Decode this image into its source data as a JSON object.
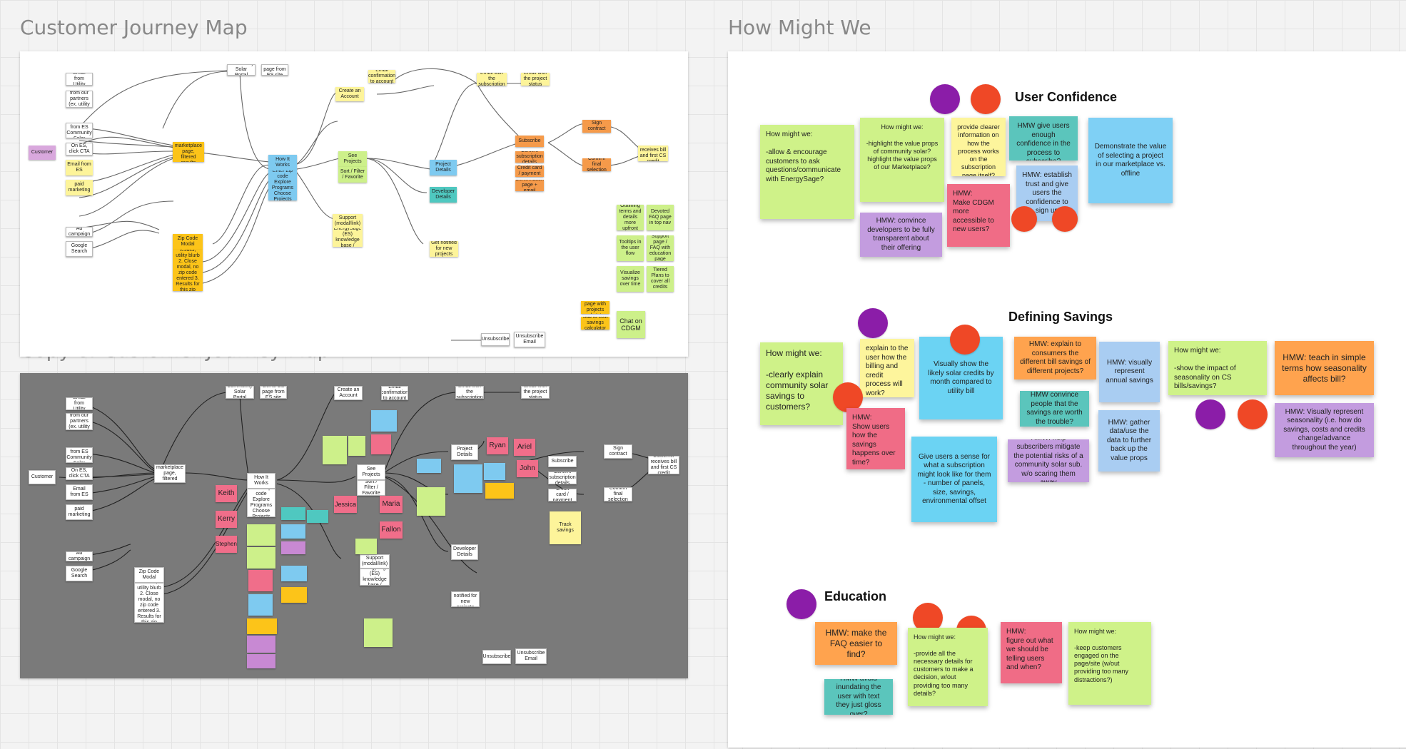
{
  "titles": {
    "journey": "Customer Journey Map",
    "copy": "Copy of Customer Journey Map",
    "hmw": "How Might We"
  },
  "journey": {
    "customer": "Customer",
    "email_utility": "Email from Utility",
    "linked_partner": "Linked from our partners (ex. utility website)",
    "directed_es": "Directed from ES Community Solar",
    "on_es": "On ES, click CTA",
    "email_es": "Email from ES",
    "paid_marketing": "paid marketing",
    "ad_campaign": "Ad campaign",
    "google_search": "Google Search",
    "zip_modal": "Zip Code Modal",
    "zip_steps": "1. Zero results, utility blurb 2. Close modal, no zip code entered 3. Results for this zip code",
    "lands_marketplace": "Lands on marketplace page, filtered results",
    "cs_page": "Community Solar Portal",
    "cs_side": "Get to CS page from ES site",
    "how_it_works": "How It Works",
    "how_sub": "Enter Zip code Explore Programs Choose Projects",
    "create_account": "Create an Account",
    "account_side": "Email confirmation to account",
    "see_projects": "See Projects",
    "sort_filter": "Sort / Filter / Favorite",
    "support": "Support (modal/link)",
    "support_sub": "To EnergySage (ES) knowledge base / contact",
    "project_details": "Project Details",
    "developer_details": "Developer Details",
    "email_subscribe": "Email with the subscription",
    "email_side": "Email with the project status",
    "subscribe": "Subscribe",
    "sub_a": "Confirm subscription details",
    "sub_b": "Credit card / payment",
    "sub_c": "Confirmation page + email",
    "sub_d": "Sign contract",
    "sub_e": "Confirm final selection",
    "sub_f": "Track savings",
    "end_note": "Customer receives bill and first CS credit",
    "get_notified": "Get notified for new projects",
    "unsubscribe": "Unsubscribe",
    "unsub_email": "Unsubscribe Email",
    "outline_terms": "Outlining terms and details more upfront",
    "faq": "Devoted FAQ page in top nav",
    "tooltips": "Tooltips in the user flow",
    "support_page": "Support page / FAQ with education page",
    "savings_visual": "Visualize savings over time",
    "tiered": "Tiered Plans to cover all credits",
    "orange1": "Profile page with projects and status",
    "orange2": "Sub to cost savings calculator",
    "chat": "Chat on CDGM"
  },
  "copy": {
    "names": [
      "Keith",
      "Kerry",
      "Stephen",
      "Jessica",
      "Maria",
      "Fallon",
      "Ryan",
      "Ariel",
      "John"
    ]
  },
  "hmw": {
    "sections": {
      "confidence": "User Confidence",
      "savings": "Defining Savings",
      "education": "Education"
    },
    "notes": {
      "c1": "How might we:\n\n-allow & encourage customers to ask questions/communicate with EnergySage?",
      "c2": "How might we:\n\n-highlight the value props of community solar? highlight the value props of our Marketplace?",
      "c3": "provide clearer information on how the process works on the subscription page itself?",
      "c4": "HMW give users enough confidence in the process to subscribe?",
      "c5": "Demonstrate the value of selecting a project in our marketplace vs. offline",
      "c6": "HMW: convince developers to be fully transparent about their offering",
      "c7": "HMW:\nMake CDGM more accessible to new users?",
      "c8": "HMW: establish trust and give users the confidence to sign up",
      "s1": "How might we:\n\n-clearly explain community solar savings to customers?",
      "s2": "explain to the user how the billing and credit process will work?",
      "s3": "Visually show the likely solar credits by month compared to utility bill",
      "s4": "HMW: explain to consumers the different bill savings of different projects?",
      "s5": "HMW: visually represent annual savings",
      "s6": "How might we:\n\n-show the impact of seasonality on CS bills/savings?",
      "s7": "HMW: teach in simple terms how seasonality affects bill?",
      "s8": "HMW:\nShow users how the savings happens over time?",
      "s9": "Give users a sense for what a subscription might look like for them - number of panels, size, savings, environmental offset",
      "s10": "HMW convince people that the savings are worth the trouble?",
      "s11": "HMW: help subscribers mitigate the potential risks of a community solar sub. w/o scaring them away",
      "s12": "HMW: gather data/use the data to further back up the value props",
      "s13": "HMW: Visually represent seasonality (i.e. how do savings, costs and credits change/advance throughout the year)",
      "e1": "HMW: make the FAQ easier to find?",
      "e2": "How might we:\n\n-provide all the necessary details for customers to make a decision, w/out providing too many details?",
      "e3": "HMW:\nfigure out what we should be telling users and when?",
      "e4": "How might we:\n\n-keep customers engaged on the page/site (w/out providing too many distractions?)",
      "e5": "HMW avoid inundating the user with text they just gloss over?"
    }
  },
  "colors": {
    "purple_dot": "#8b1da8",
    "red_dot": "#ef4826",
    "copy_frame": "#7a7a7a"
  }
}
